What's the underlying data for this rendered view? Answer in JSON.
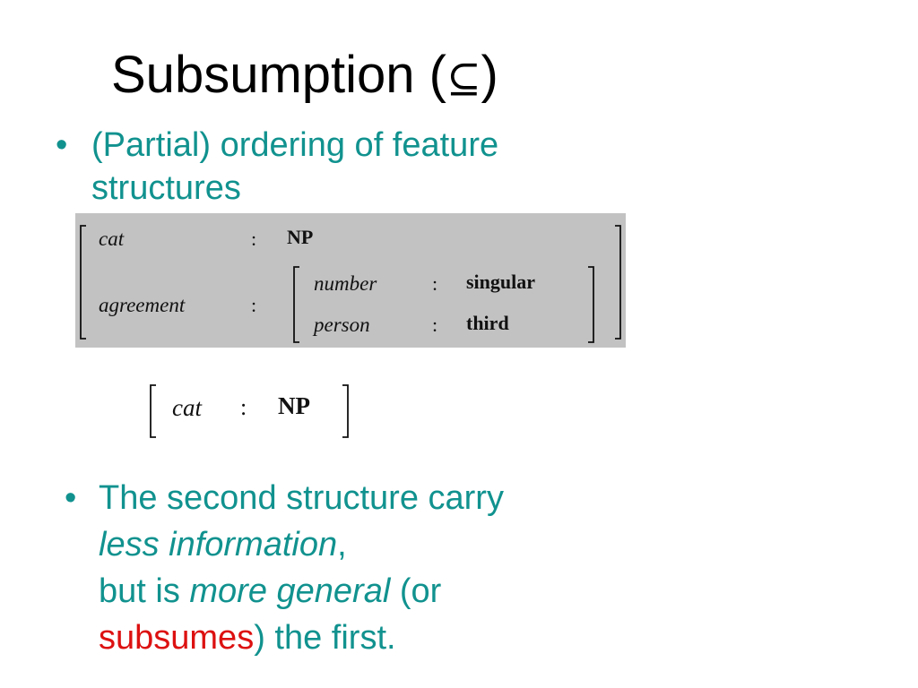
{
  "title": {
    "text": "Subsumption (",
    "symbol": "⊆",
    "close": ")"
  },
  "bullet1": {
    "marker": "•",
    "line1": "(Partial) ordering of feature",
    "line2": "structures"
  },
  "fs1": {
    "feat_cat": "cat",
    "colon": ":",
    "val_np": "NP",
    "feat_agreement": "agreement",
    "feat_number": "number",
    "val_singular": "singular",
    "feat_person": "person",
    "val_third": "third",
    "background_color": "#c2c2c2"
  },
  "fs2": {
    "feat_cat": "cat",
    "colon": ":",
    "val_np": "NP"
  },
  "bullet2": {
    "marker": "•",
    "line1": "The second structure carry",
    "line2_italic": "less information",
    "line2_rest": ",",
    "line3_prefix": "but is ",
    "line3_italic": "more general",
    "line3_suffix": " (or",
    "line4_red": "subsumes",
    "line4_rest": ") the first."
  },
  "colors": {
    "title": "#000000",
    "bullet_text": "#11928f",
    "highlight": "#dd1111"
  }
}
